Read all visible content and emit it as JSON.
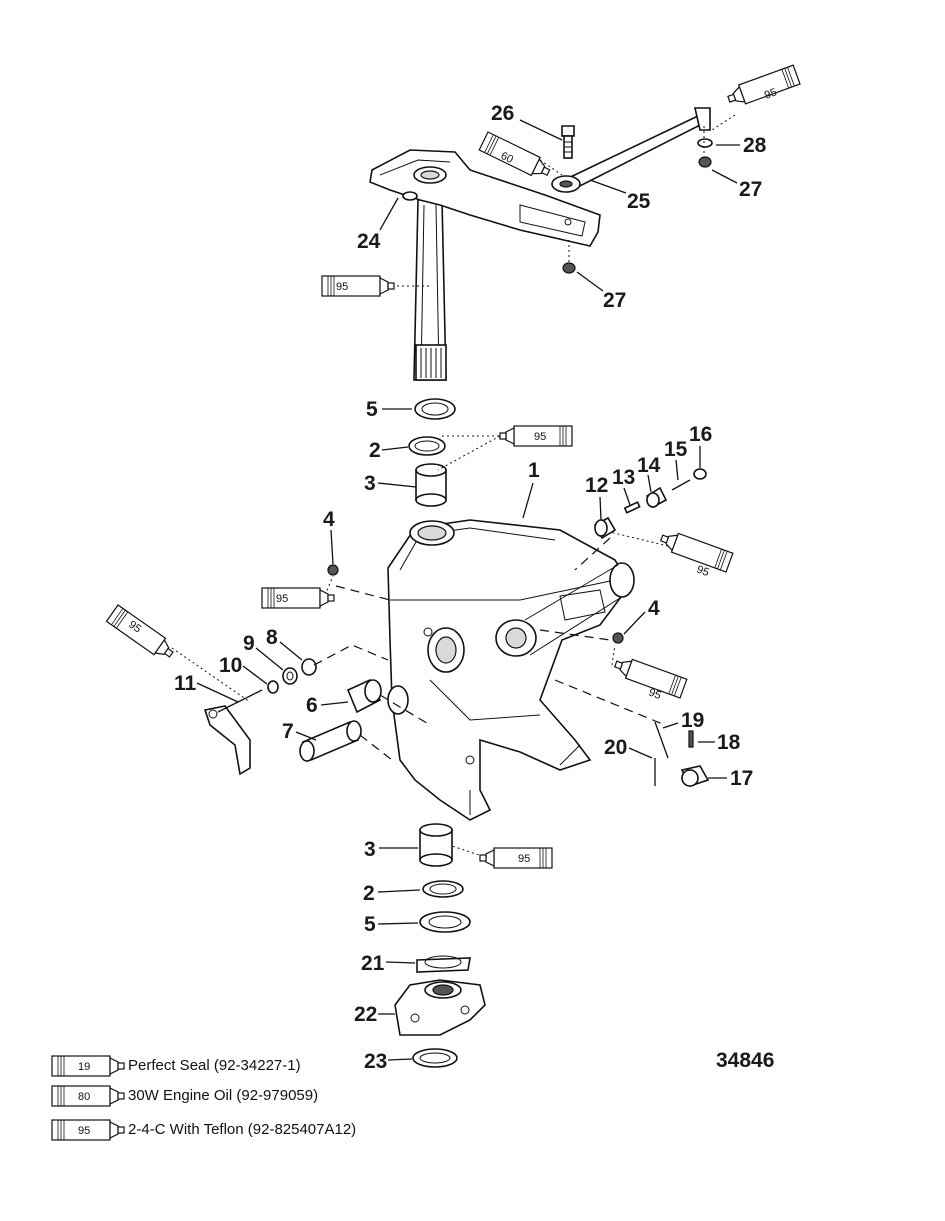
{
  "drawing_number": "34846",
  "part_callouts": [
    "1",
    "2",
    "3",
    "4",
    "5",
    "6",
    "7",
    "8",
    "9",
    "10",
    "11",
    "12",
    "13",
    "14",
    "15",
    "16",
    "17",
    "18",
    "19",
    "20",
    "21",
    "22",
    "23",
    "24",
    "25",
    "26",
    "27",
    "28"
  ],
  "callouts": {
    "c26": "26",
    "c28": "28",
    "c27a": "27",
    "c25": "25",
    "c24": "24",
    "c27b": "27",
    "c5a": "5",
    "c2a": "2",
    "c3a": "3",
    "c1": "1",
    "c12": "12",
    "c13": "13",
    "c14": "14",
    "c15": "15",
    "c16": "16",
    "c4a": "4",
    "c4b": "4",
    "c9": "9",
    "c8": "8",
    "c10": "10",
    "c11": "11",
    "c6": "6",
    "c7": "7",
    "c19": "19",
    "c18": "18",
    "c20": "20",
    "c17": "17",
    "c3b": "3",
    "c2b": "2",
    "c5b": "5",
    "c21": "21",
    "c22": "22",
    "c23": "23"
  },
  "tubes": {
    "t1": "95",
    "t2": "60",
    "t3": "95",
    "t4": "95",
    "t5": "95",
    "t6": "95",
    "t7": "95",
    "t8": "95",
    "t9": "95"
  },
  "legend": [
    {
      "code": "19",
      "text": "Perfect Seal (92-34227-1)"
    },
    {
      "code": "80",
      "text": "30W Engine Oil (92-979059)"
    },
    {
      "code": "95",
      "text": "2-4-C With Teflon (92-825407A12)"
    }
  ]
}
